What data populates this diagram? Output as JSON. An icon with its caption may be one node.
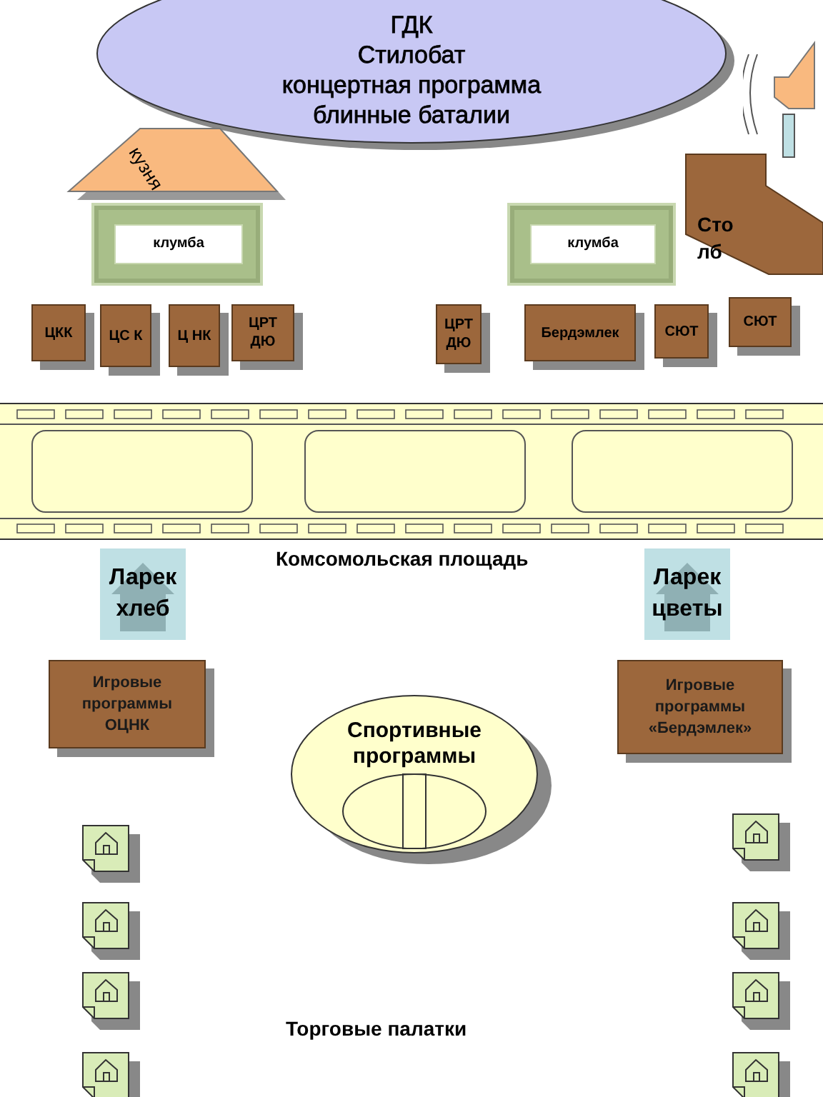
{
  "diagram": {
    "nodes": [
      {
        "text": [
          "ГДК",
          "Стилобат",
          "концертная программа",
          "блинные баталии"
        ]
      },
      {
        "text": [
          "кузня"
        ]
      },
      {
        "text": [
          "клумба"
        ]
      },
      {
        "text": [
          "клумба"
        ]
      },
      {
        "text": [
          "Сто лб"
        ]
      },
      {
        "text": [
          "ЦКК"
        ]
      },
      {
        "text": [
          "ЦС К"
        ]
      },
      {
        "text": [
          "Ц НК"
        ]
      },
      {
        "text": [
          "ЦРТ ДЮ"
        ]
      },
      {
        "text": [
          "ЦРТ ДЮ"
        ]
      },
      {
        "text": [
          "Бердэмлек"
        ]
      },
      {
        "text": [
          "СЮТ"
        ]
      },
      {
        "text": [
          "СЮТ"
        ]
      },
      {
        "text": [],
        "shape": "band"
      },
      {
        "text": [],
        "shape": "box",
        "in": 13
      },
      {
        "text": [],
        "shape": "box",
        "in": 13
      },
      {
        "text": [],
        "shape": "box",
        "in": 13
      },
      {
        "text": [
          "Ларек хлеб"
        ]
      },
      {
        "text": [
          "Ларек цветы"
        ]
      },
      {
        "text": [
          "Игровые программы ОЦНК"
        ]
      },
      {
        "text": [
          "Игровые программы «Бердэмлек»"
        ]
      },
      {
        "text": [
          "Спортивные программы"
        ]
      },
      {
        "text": [],
        "shape": "picture"
      },
      {
        "text": [],
        "shape": "picture"
      },
      {
        "text": [],
        "shape": "picture"
      },
      {
        "text": [],
        "shape": "picture"
      },
      {
        "text": [],
        "shape": "picture"
      },
      {
        "text": [],
        "shape": "picture"
      },
      {
        "text": [],
        "shape": "picture"
      },
      {
        "text": [],
        "shape": "picture"
      }
    ],
    "labels": [
      "Комсомольская площадь",
      "Торговые палатки"
    ]
  }
}
